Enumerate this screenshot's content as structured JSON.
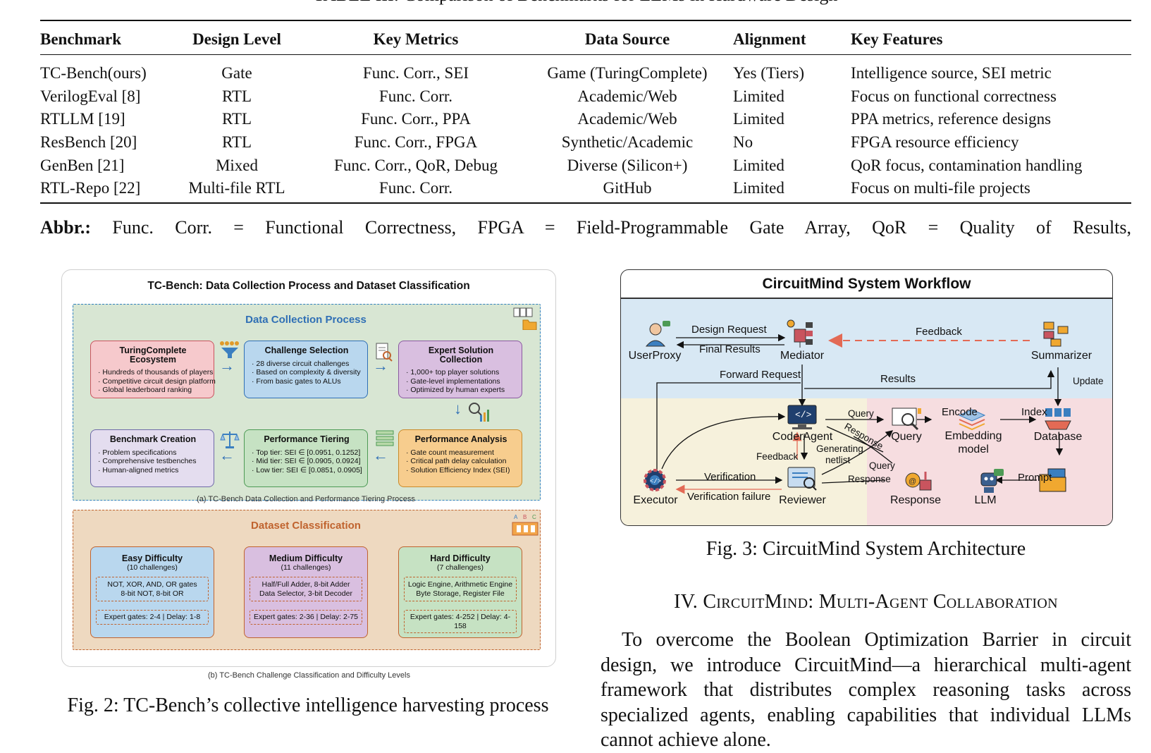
{
  "table": {
    "caption": "TABLE III: Comparison of Benchmarks for LLMs in Hardware Design",
    "headers": [
      "Benchmark",
      "Design Level",
      "Key Metrics",
      "Data Source",
      "Alignment",
      "Key Features"
    ],
    "rows": [
      [
        "TC-Bench(ours)",
        "Gate",
        "Func. Corr., SEI",
        "Game (TuringComplete)",
        "Yes (Tiers)",
        "Intelligence source, SEI metric"
      ],
      [
        "VerilogEval [8]",
        "RTL",
        "Func. Corr.",
        "Academic/Web",
        "Limited",
        "Focus on functional correctness"
      ],
      [
        "RTLLM [19]",
        "RTL",
        "Func. Corr., PPA",
        "Academic/Web",
        "Limited",
        "PPA metrics, reference designs"
      ],
      [
        "ResBench [20]",
        "RTL",
        "Func. Corr., FPGA",
        "Synthetic/Academic",
        "No",
        "FPGA resource efficiency"
      ],
      [
        "GenBen [21]",
        "Mixed",
        "Func. Corr., QoR, Debug",
        "Diverse (Silicon+)",
        "Limited",
        "QoR focus, contamination handling"
      ],
      [
        "RTL-Repo [22]",
        "Multi-file RTL",
        "Func. Corr.",
        "GitHub",
        "Limited",
        "Focus on multi-file projects"
      ]
    ],
    "abbr_label": "Abbr.:",
    "abbr_text": "Func. Corr. = Functional Correctness, FPGA = Field-Programmable Gate Array, QoR = Quality of Results,"
  },
  "fig2": {
    "title": "TC-Bench: Data Collection Process and Dataset Classification",
    "collection_title": "Data Collection Process",
    "cards": [
      {
        "title": "TuringComplete Ecosystem",
        "items": [
          "Hundreds of thousands of players",
          "Competitive circuit design platform",
          "Global leaderboard ranking"
        ]
      },
      {
        "title": "Challenge Selection",
        "items": [
          "28 diverse circuit challenges",
          "Based on complexity & diversity",
          "From basic gates to ALUs"
        ]
      },
      {
        "title": "Expert Solution Collection",
        "items": [
          "1,000+ top player solutions",
          "Gate-level implementations",
          "Optimized by human experts"
        ]
      },
      {
        "title": "Benchmark Creation",
        "items": [
          "Problem specifications",
          "Comprehensive testbenches",
          "Human-aligned metrics"
        ]
      },
      {
        "title": "Performance Tiering",
        "items": [
          "Top tier:  SEI ∈ [0.0951, 0.1252]",
          "Mid tier:  SEI ∈ [0.0905, 0.0924]",
          "Low tier:  SEI ∈ [0.0851, 0.0905]"
        ]
      },
      {
        "title": "Performance Analysis",
        "items": [
          "Gate count measurement",
          "Critical path delay calculation",
          "Solution Efficiency Index (SEI)"
        ]
      }
    ],
    "subcap_a": "(a) TC-Bench Data Collection and Performance Tiering Process",
    "classification_title": "Dataset Classification",
    "difficulties": [
      {
        "title": "Easy Difficulty",
        "count": "(10 challenges)",
        "line1": "NOT, XOR, AND, OR gates",
        "line2": "8-bit NOT, 8-bit OR",
        "stats": "Expert gates: 2-4 | Delay: 1-8"
      },
      {
        "title": "Medium Difficulty",
        "count": "(11 challenges)",
        "line1": "Half/Full Adder, 8-bit Adder",
        "line2": "Data Selector, 3-bit Decoder",
        "stats": "Expert gates: 2-36 | Delay: 2-75"
      },
      {
        "title": "Hard Difficulty",
        "count": "(7 challenges)",
        "line1": "Logic Engine, Arithmetic Engine",
        "line2": "Byte Storage, Register File",
        "stats": "Expert gates: 4-252 | Delay: 4-158"
      }
    ],
    "abc": [
      "A",
      "B",
      "C"
    ],
    "subcap_b": "(b) TC-Bench Challenge Classification and Difficulty Levels",
    "caption": "Fig. 2: TC-Bench’s collective intelligence harvesting process"
  },
  "fig3": {
    "title": "CircuitMind System Workflow",
    "nodes": {
      "userproxy": "UserProxy",
      "mediator": "Mediator",
      "summarizer": "Summarizer",
      "coderagent": "CoderAgent",
      "query": "Query",
      "embedding": "Embedding\nmodel",
      "database": "Database",
      "executor": "Executor",
      "reviewer": "Reviewer",
      "response": "Response",
      "llm": "LLM"
    },
    "edges": {
      "design_request": "Design Request",
      "final_results": "Final Results",
      "feedback_top": "Feedback",
      "forward_request": "Forward Request",
      "results": "Results",
      "update": "Update",
      "query": "Query",
      "response_diag": "Response",
      "encode": "Encode",
      "index": "Index",
      "feedback_mid": "Feedback",
      "generating": "Generating",
      "netlist": "netlist",
      "query2": "Query",
      "response2": "Response",
      "prompt": "Prompt",
      "verification": "Verification",
      "verification_failure": "Verification failure"
    },
    "caption": "Fig. 3: CircuitMind System Architecture"
  },
  "section": {
    "number": "IV.",
    "title": "CircuitMind: Multi-Agent Collaboration"
  },
  "body": {
    "paragraph": "To overcome the Boolean Optimization Barrier in circuit design, we introduce CircuitMind—a hierarchical multi-agent framework that distributes complex reasoning tasks across specialized agents, enabling capabilities that individual LLMs cannot achieve alone."
  },
  "colors": {
    "blue_fill": "#b9d7ee",
    "blue_border": "#2f6fb5",
    "pink_fill": "#f6c9cc",
    "pink_border": "#c9545e",
    "purple_fill": "#d9bfe0",
    "purple_border": "#8a5aa0",
    "green_fill": "#c6e2c3",
    "green_border": "#4d9a55",
    "orange_fill": "#f7cd8e",
    "orange_border": "#c98b2a",
    "lilac_fill": "#e4ddef",
    "lilac_border": "#6f6aa8",
    "section_bg": "#d8e6d3",
    "class_bg": "#eed9c0",
    "fig3_top": "#d8e8f4",
    "fig3_left": "#f6f1dc",
    "fig3_right": "#f6dde0",
    "dashed_red": "#e36a55"
  }
}
